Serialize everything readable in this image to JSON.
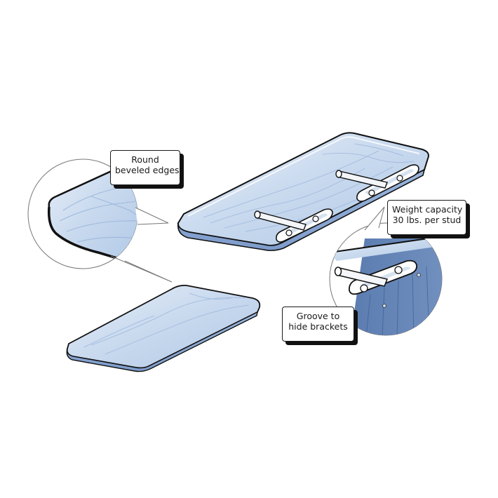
{
  "callouts": {
    "round_edges": {
      "line1": "Round",
      "line2": "beveled edges"
    },
    "weight_capacity": {
      "line1": "Weight capacity",
      "line2": "30 lbs. per stud"
    },
    "groove": {
      "line1": "Groove to",
      "line2": "hide brackets"
    }
  },
  "colors": {
    "wood_light": "#d9e6f5",
    "wood_mid": "#aac4e4",
    "wood_dark": "#7f9fc9",
    "wall": "#5d7fb3",
    "outline": "#111111"
  },
  "icons": [
    "magnifier-circle",
    "steel-rod",
    "mounting-bracket",
    "screw"
  ]
}
